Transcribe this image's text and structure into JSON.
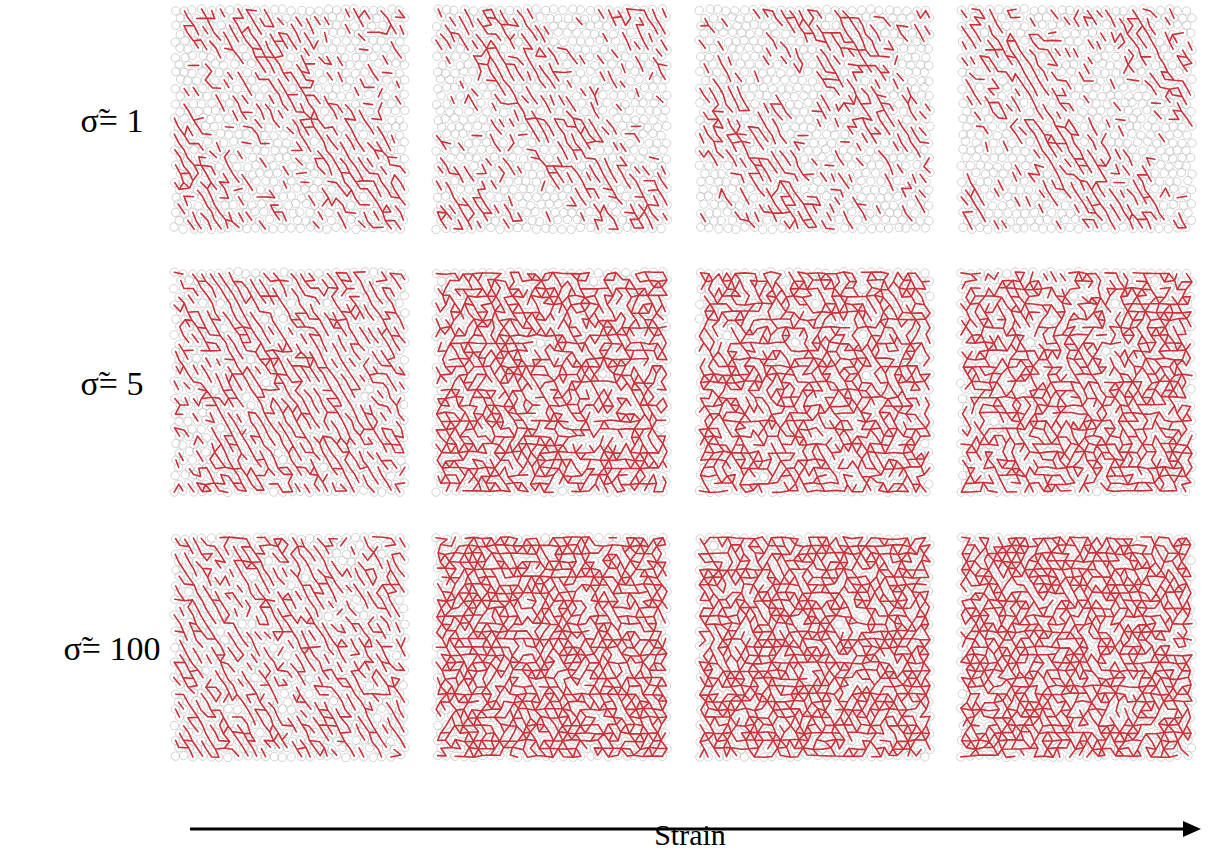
{
  "diagram": {
    "labels": [
      "σ̃= 1",
      "σ̃= 5",
      "σ̃= 100",
      "Strain"
    ]
  }
}
